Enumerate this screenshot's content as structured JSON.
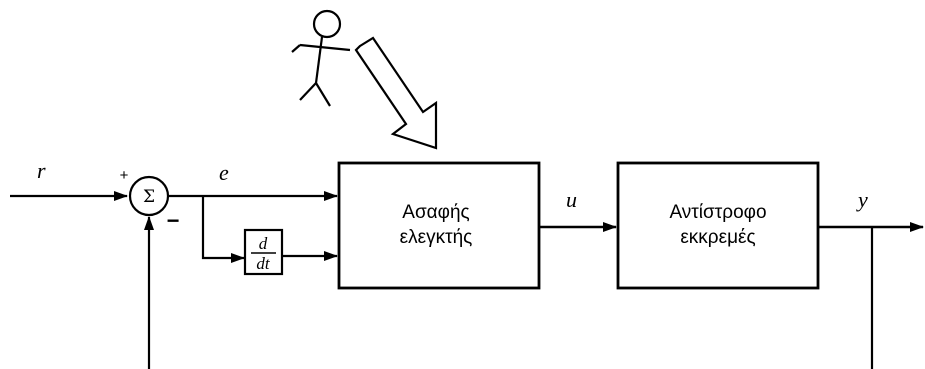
{
  "signals": {
    "r": "r",
    "e": "e",
    "u": "u",
    "y": "y"
  },
  "summing_junction": {
    "symbol": "Σ",
    "plus_sign": "+",
    "minus_sign": "−"
  },
  "derivative_block": {
    "numerator": "d",
    "denominator": "dt"
  },
  "controller_block": {
    "line1": "Ασαφής",
    "line2": "ελεγκτής"
  },
  "plant_block": {
    "line1": "Αντίστροφο",
    "line2": "εκκρεμές"
  },
  "icons": {
    "operator": "stick-figure-icon",
    "input_arrow": "hollow-arrow-icon"
  }
}
